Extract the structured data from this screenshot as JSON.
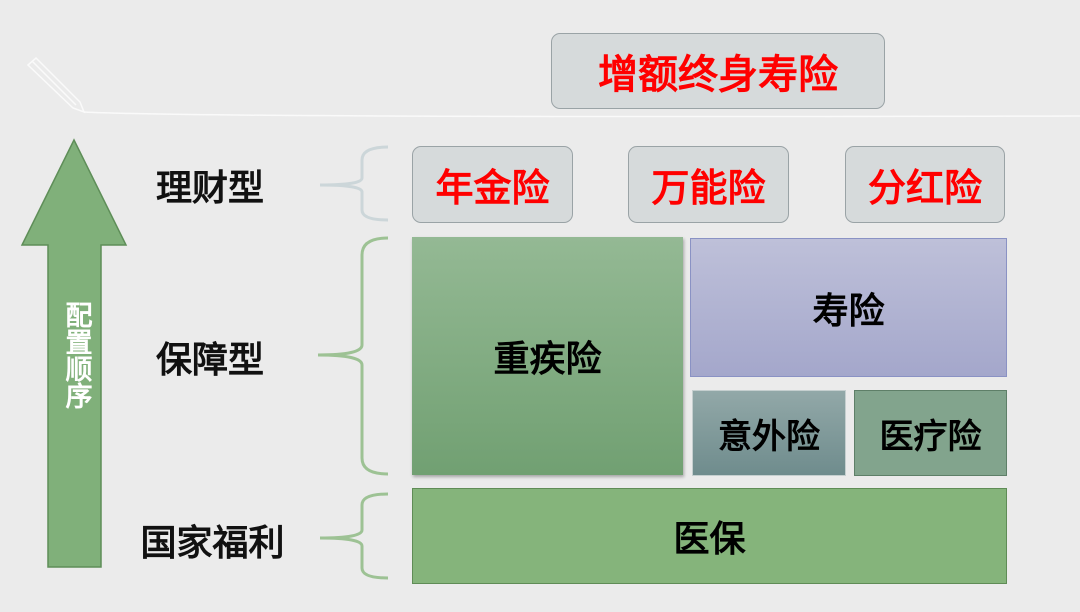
{
  "top_product": "增额终身寿险",
  "arrow_label": "配置顺序",
  "tiers": {
    "wealth": {
      "label": "理财型",
      "products": [
        "年金险",
        "万能险",
        "分红险"
      ]
    },
    "protection": {
      "label": "保障型",
      "products": {
        "critical_illness": "重疾险",
        "life": "寿险",
        "accident": "意外险",
        "medical": "医疗险"
      }
    },
    "welfare": {
      "label": "国家福利",
      "products": [
        "医保"
      ]
    }
  },
  "colors": {
    "red_text": "#ff0000",
    "arrow": "#80b07a",
    "medical_insurance": "#85b47b",
    "life": "#b1b4d3"
  }
}
